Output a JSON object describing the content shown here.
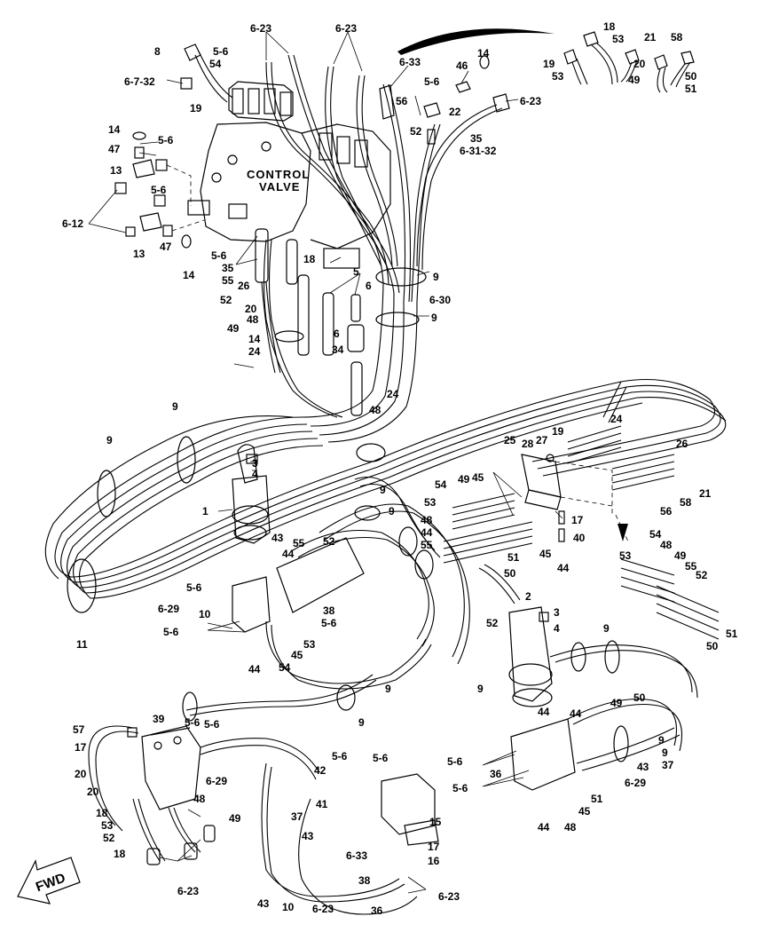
{
  "diagram": {
    "control_valve_text": [
      "CONTROL",
      "VALVE"
    ],
    "fwd_text": "FWD",
    "callouts": [
      "8",
      "5-6",
      "6-23",
      "6-23",
      "54",
      "6-7-32",
      "19",
      "14",
      "47",
      "5-6",
      "13",
      "5-6",
      "6-12",
      "13",
      "47",
      "14",
      "6-33",
      "46",
      "14",
      "5-6",
      "56",
      "22",
      "52",
      "35",
      "6-31-32",
      "6-23",
      "18",
      "53",
      "19",
      "20",
      "21",
      "58",
      "53",
      "49",
      "50",
      "51",
      "5-6",
      "35",
      "55",
      "26",
      "52",
      "20",
      "48",
      "49",
      "14",
      "24",
      "18",
      "5",
      "6",
      "34",
      "6",
      "6-30",
      "9",
      "9",
      "24",
      "48",
      "9",
      "9",
      "3",
      "4",
      "1",
      "9",
      "9",
      "11",
      "43",
      "55",
      "52",
      "44",
      "5-6",
      "6-29",
      "10",
      "5-6",
      "44",
      "54",
      "45",
      "53",
      "38",
      "5-6",
      "25",
      "28",
      "27",
      "19",
      "24",
      "26",
      "21",
      "56",
      "58",
      "54",
      "49",
      "45",
      "53",
      "48",
      "44",
      "55",
      "45",
      "44",
      "17",
      "40",
      "51",
      "50",
      "2",
      "53",
      "54",
      "48",
      "49",
      "55",
      "52",
      "50",
      "51",
      "3",
      "4",
      "52",
      "9",
      "9",
      "9",
      "5-6",
      "9",
      "5-6",
      "57",
      "39",
      "17",
      "20",
      "20",
      "6-29",
      "48",
      "49",
      "18",
      "53",
      "52",
      "18",
      "6-23",
      "42",
      "5-6",
      "5-6",
      "41",
      "15",
      "37",
      "43",
      "10",
      "6-33",
      "17",
      "16",
      "43",
      "6-23",
      "38",
      "36",
      "6-23",
      "5-6",
      "36",
      "5-6",
      "44",
      "49",
      "44",
      "50",
      "9",
      "37",
      "43",
      "6-29",
      "45",
      "51",
      "44",
      "48",
      "9"
    ]
  }
}
